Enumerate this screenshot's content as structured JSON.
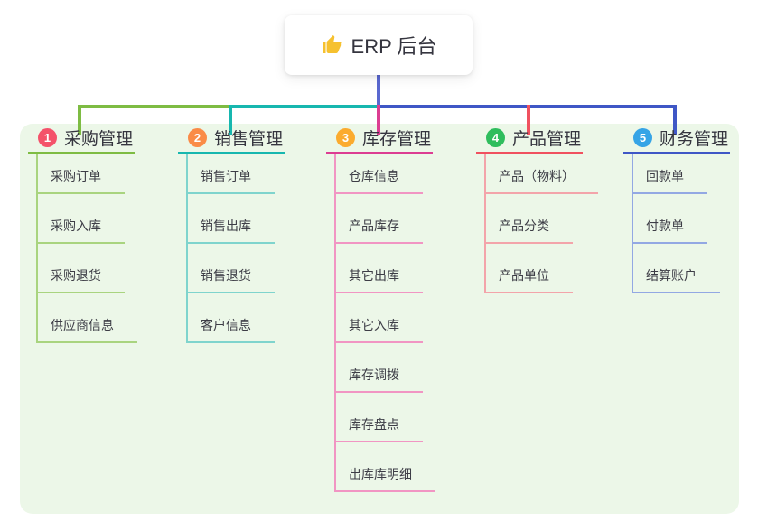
{
  "root": {
    "label": "ERP 后台",
    "icon": "thumbs-up",
    "icon_color": "#f6c12f"
  },
  "colors": {
    "panel_bg": "#ecf7e8",
    "stem": "#5a68d0"
  },
  "connectors": {
    "left_green": "#7ebc43",
    "mid_teal": "#17b7af",
    "right_blue": "#3f57c6"
  },
  "branches": [
    {
      "badge": "1",
      "label": "采购管理",
      "colors": {
        "badge": "#f4526a",
        "line": "#7ebc43",
        "light": "#a9d47f"
      },
      "children": [
        "采购订单",
        "采购入库",
        "采购退货",
        "供应商信息"
      ]
    },
    {
      "badge": "2",
      "label": "销售管理",
      "colors": {
        "badge": "#fa8b47",
        "line": "#17b7af",
        "light": "#7fd4cd"
      },
      "children": [
        "销售订单",
        "销售出库",
        "销售退货",
        "客户信息"
      ]
    },
    {
      "badge": "3",
      "label": "库存管理",
      "colors": {
        "badge": "#fbab2e",
        "line": "#dc3d92",
        "light": "#f195c3"
      },
      "children": [
        "仓库信息",
        "产品库存",
        "其它出库",
        "其它入库",
        "库存调拨",
        "库存盘点",
        "出库库明细"
      ]
    },
    {
      "badge": "4",
      "label": "产品管理",
      "colors": {
        "badge": "#2fbd5d",
        "line": "#f0515f",
        "light": "#f3a4aa"
      },
      "children": [
        "产品（物料）",
        "产品分类",
        "产品单位"
      ]
    },
    {
      "badge": "5",
      "label": "财务管理",
      "colors": {
        "badge": "#36a4e6",
        "line": "#3f57c6",
        "light": "#93a8e3"
      },
      "children": [
        "回款单",
        "付款单",
        "结算账户"
      ]
    }
  ]
}
